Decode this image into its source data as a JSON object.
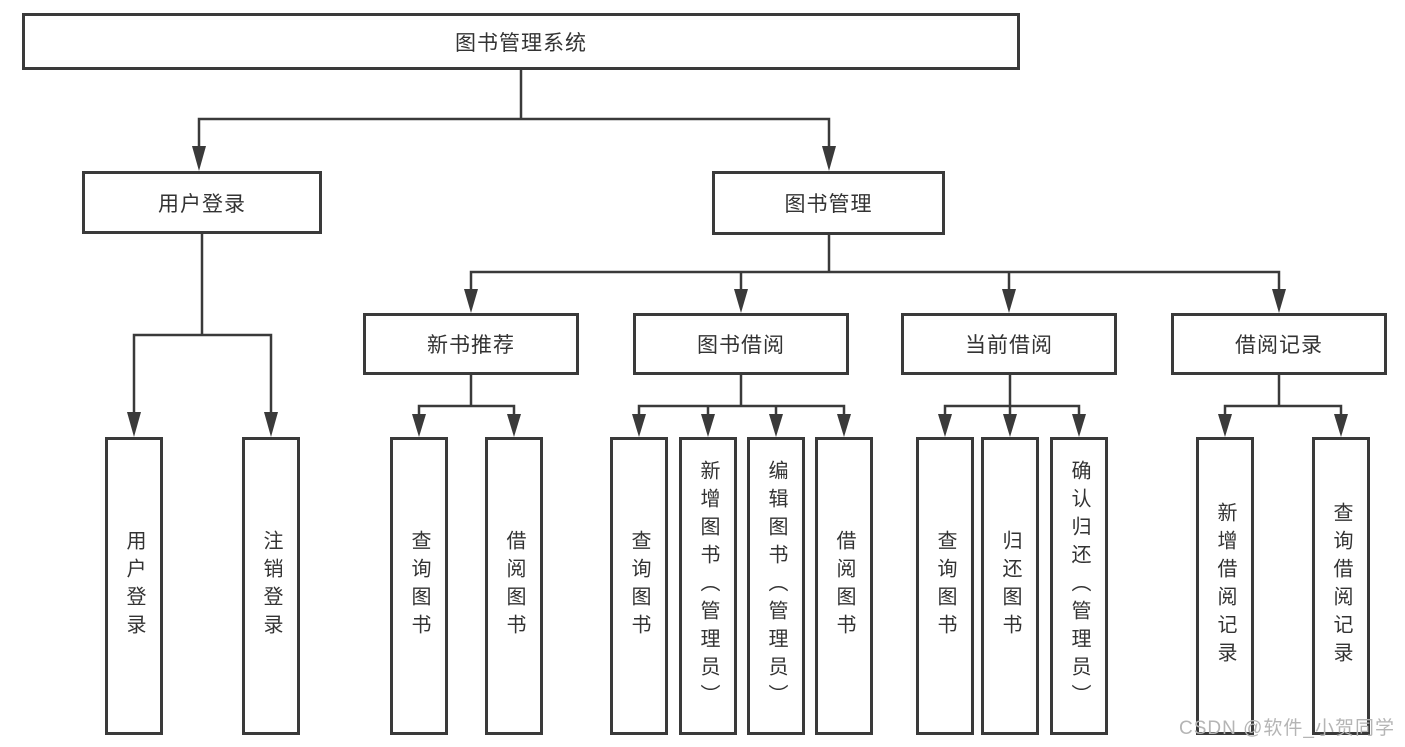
{
  "colors": {
    "line": "#3a3a3a",
    "node_border": "#3a3a3a",
    "node_text": "#333333",
    "background": "#ffffff",
    "watermark_text": "#b5b5b5"
  },
  "watermark": "CSDN @软件_小贺同学",
  "tree": {
    "root": {
      "label": "图书管理系统",
      "children": [
        {
          "label": "用户登录",
          "children": [
            {
              "label": "用户登录"
            },
            {
              "label": "注销登录"
            }
          ]
        },
        {
          "label": "图书管理",
          "children": [
            {
              "label": "新书推荐",
              "children": [
                {
                  "label": "查询图书"
                },
                {
                  "label": "借阅图书"
                }
              ]
            },
            {
              "label": "图书借阅",
              "children": [
                {
                  "label": "查询图书"
                },
                {
                  "label": "新增图书（管理员）"
                },
                {
                  "label": "编辑图书（管理员）"
                },
                {
                  "label": "借阅图书"
                }
              ]
            },
            {
              "label": "当前借阅",
              "children": [
                {
                  "label": "查询图书"
                },
                {
                  "label": "归还图书"
                },
                {
                  "label": "确认归还（管理员）"
                }
              ]
            },
            {
              "label": "借阅记录",
              "children": [
                {
                  "label": "新增借阅记录"
                },
                {
                  "label": "查询借阅记录"
                }
              ]
            }
          ]
        }
      ]
    }
  }
}
